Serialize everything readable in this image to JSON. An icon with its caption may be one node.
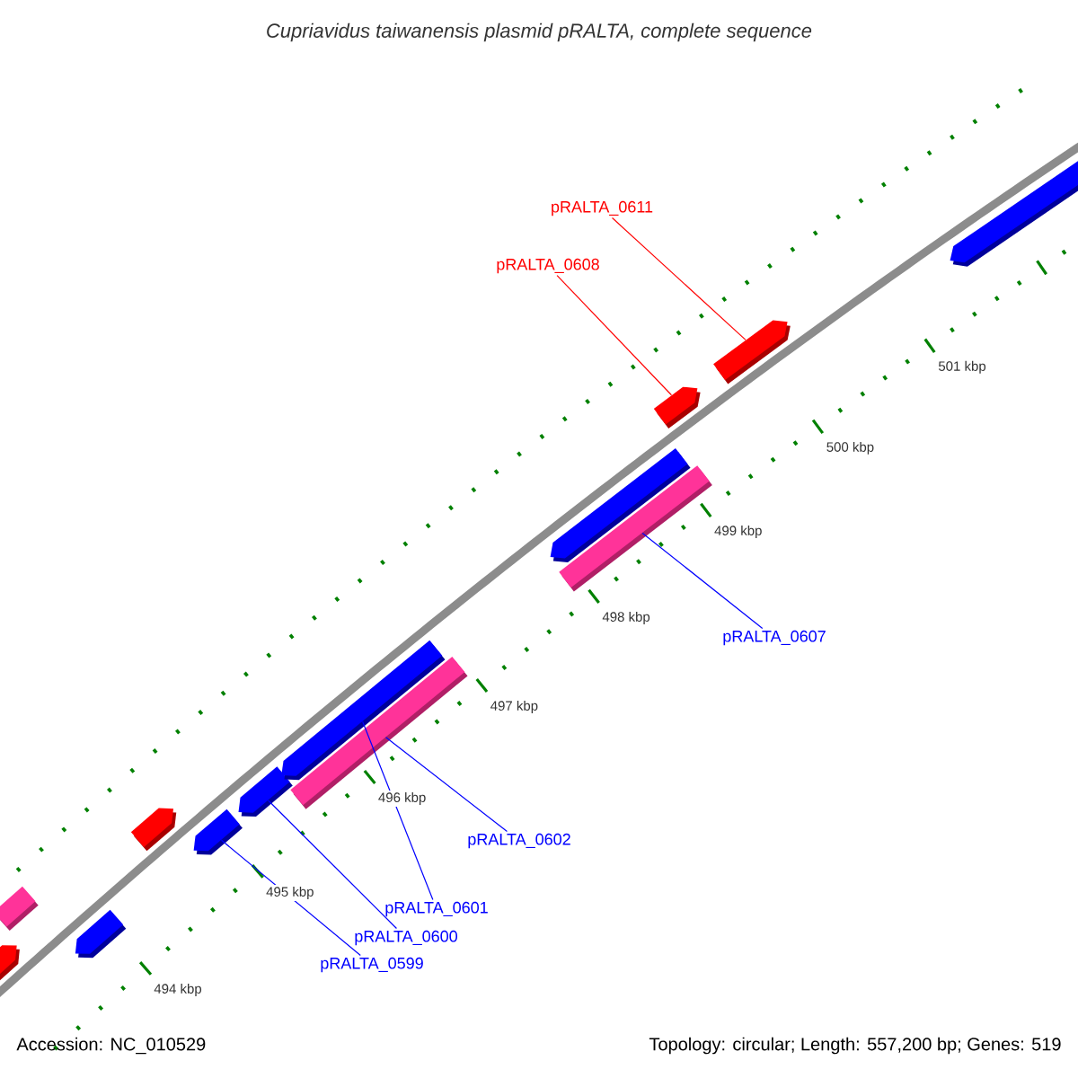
{
  "diagram": {
    "title": "Cupriavidus taiwanensis plasmid pRALTA, complete sequence",
    "nodes": [
      {
        "text": [
          "pRALTA_0611"
        ]
      },
      {
        "text": [
          "pRALTA_0608"
        ]
      },
      {
        "text": [
          "pRALTA_0607"
        ]
      },
      {
        "text": [
          "pRALTA_0602"
        ]
      },
      {
        "text": [
          "pRALTA_0601"
        ]
      },
      {
        "text": [
          "pRALTA_0600"
        ]
      },
      {
        "text": [
          "pRALTA_0599"
        ]
      },
      {
        "text": [],
        "shape": "bar"
      },
      {
        "text": [],
        "shape": "arrow"
      },
      {
        "text": [],
        "shape": "arrow"
      },
      {
        "text": [],
        "shape": "arrow"
      },
      {
        "text": [],
        "shape": "arrow"
      },
      {
        "text": [],
        "shape": "arrow"
      },
      {
        "text": [],
        "shape": "arrow"
      },
      {
        "text": [],
        "shape": "bar"
      },
      {
        "text": [],
        "shape": "bar"
      },
      {
        "text": [],
        "shape": "arrow"
      },
      {
        "text": [],
        "shape": "arrow"
      },
      {
        "text": [],
        "shape": "arrow"
      },
      {
        "text": [],
        "shape": "arrow"
      }
    ],
    "edges": [
      {
        "from": 0,
        "to": 18,
        "arrow": "none",
        "color": "#ff0000"
      },
      {
        "from": 1,
        "to": 17,
        "arrow": "none",
        "color": "#ff0000"
      },
      {
        "from": 2,
        "to": 15,
        "arrow": "none"
      },
      {
        "from": 3,
        "to": 14,
        "arrow": "none"
      },
      {
        "from": 4,
        "to": 13,
        "arrow": "none"
      },
      {
        "from": 5,
        "to": 12,
        "arrow": "none"
      },
      {
        "from": 6,
        "to": 11,
        "arrow": "none"
      }
    ],
    "labels": [
      "494 kbp",
      "495 kbp",
      "496 kbp",
      "497 kbp",
      "498 kbp",
      "499 kbp",
      "500 kbp",
      "501 kbp",
      "Accession: NC_010529",
      "Topology: circular; Length: 557,200 bp; Genes: 519"
    ]
  }
}
